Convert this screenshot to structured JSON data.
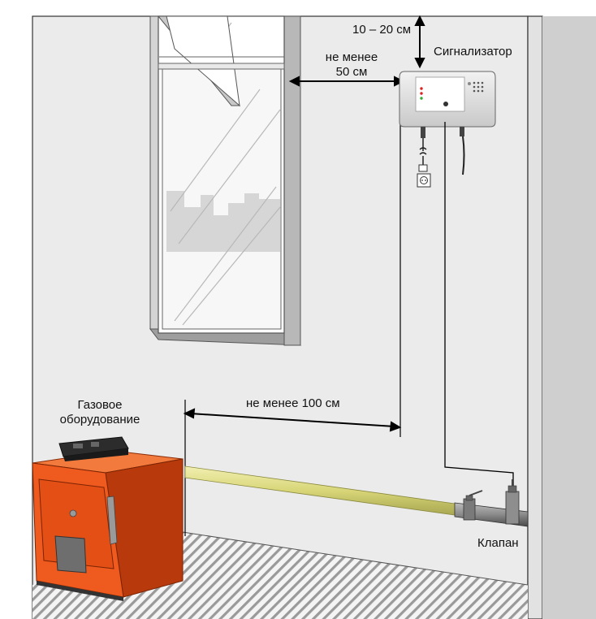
{
  "labels": {
    "gap_top": "10 – 20 см",
    "detector": "Сигнализатор",
    "from_window_line1": "не менее",
    "from_window_line2": "50 см",
    "from_equipment": "не менее 100 см",
    "equipment_line1": "Газовое",
    "equipment_line2": "оборудование",
    "valve": "Клапан"
  },
  "colors": {
    "wall": "#ebebeb",
    "side_wall": "#d2d2d2",
    "boiler": "#ef5a1e",
    "boiler_dark": "#b83a0c",
    "pipe": "#d8d678",
    "floor_hatch": "#9a9a9a"
  }
}
